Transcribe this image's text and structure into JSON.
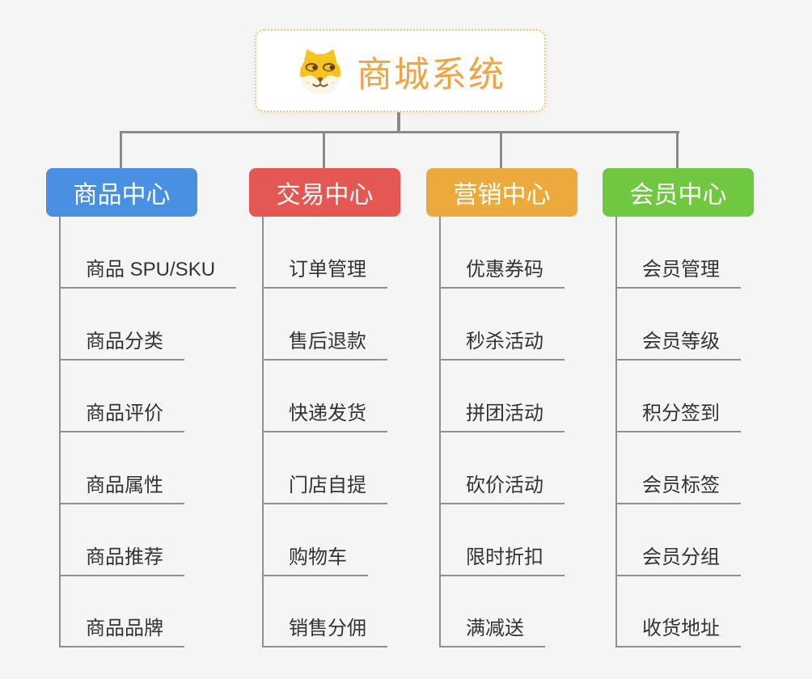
{
  "root": {
    "title": "商城系统",
    "icon": "dog-face-icon",
    "accent_color": "#f0a542",
    "border_color": "#f6c36a"
  },
  "connector_color": "#8a8a8a",
  "background_color": "#f5f5f5",
  "branches": [
    {
      "label": "商品中心",
      "color": "#4a90e2",
      "items": [
        "商品 SPU/SKU",
        "商品分类",
        "商品评价",
        "商品属性",
        "商品推荐",
        "商品品牌"
      ]
    },
    {
      "label": "交易中心",
      "color": "#e45752",
      "items": [
        "订单管理",
        "售后退款",
        "快递发货",
        "门店自提",
        "购物车",
        "销售分佣"
      ]
    },
    {
      "label": "营销中心",
      "color": "#ecaa3d",
      "items": [
        "优惠券码",
        "秒杀活动",
        "拼团活动",
        "砍价活动",
        "限时折扣",
        "满减送"
      ]
    },
    {
      "label": "会员中心",
      "color": "#70c840",
      "items": [
        "会员管理",
        "会员等级",
        "积分签到",
        "会员标签",
        "会员分组",
        "收货地址"
      ]
    }
  ]
}
